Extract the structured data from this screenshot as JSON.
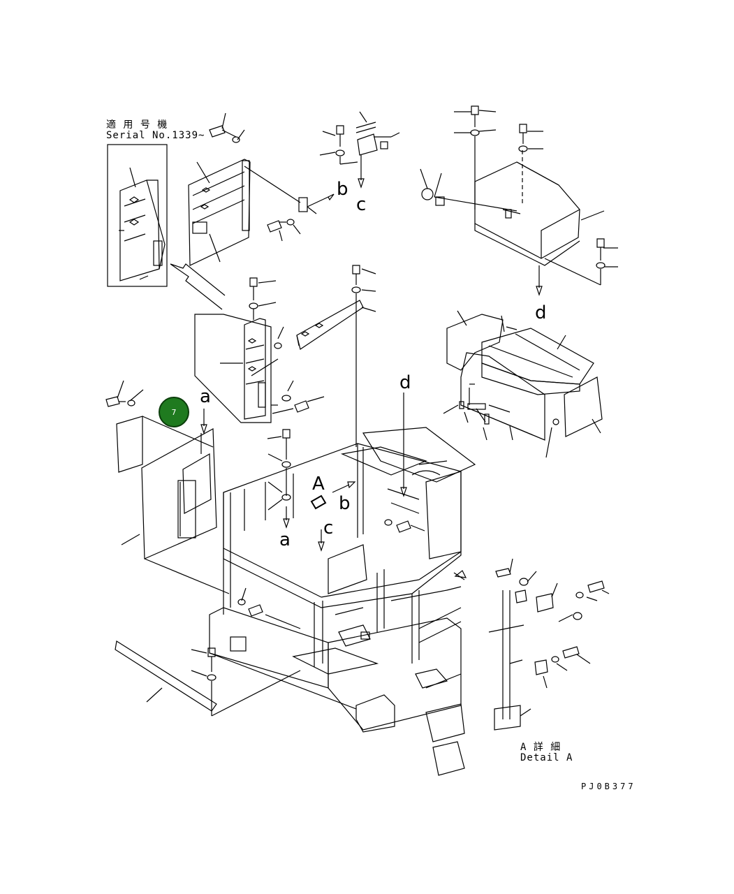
{
  "serial": {
    "applicable_label": "適 用 号 機",
    "serial_text": "Serial No.1339~"
  },
  "detail": {
    "label_jp": "A 詳 細",
    "label_en": "Detail A"
  },
  "drawing_code": "PJ0B377",
  "view_letters": {
    "b1": "b",
    "c1": "c",
    "d1": "d",
    "d2": "d",
    "a1": "a",
    "a2": "a",
    "A_view": "A",
    "b2": "b",
    "c2": "c"
  },
  "callout": {
    "number": "7",
    "color": "#1f7a1f"
  }
}
